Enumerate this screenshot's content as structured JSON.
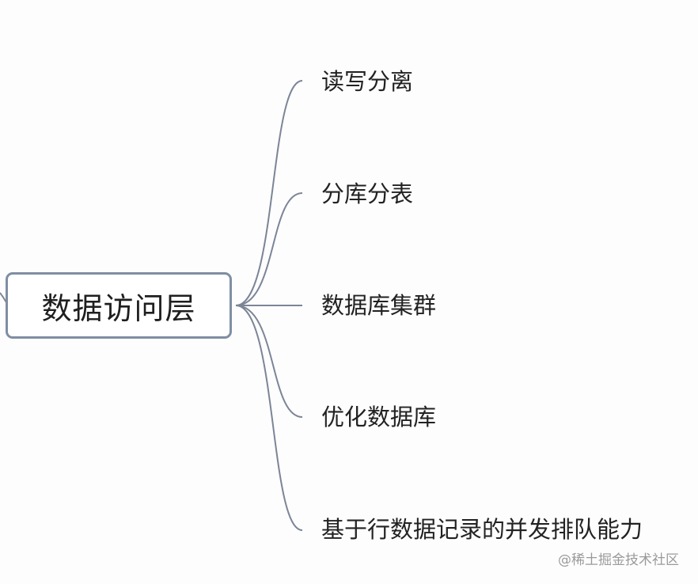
{
  "root": {
    "label": "数据访问层"
  },
  "branches": [
    {
      "label": "读写分离"
    },
    {
      "label": "分库分表"
    },
    {
      "label": "数据库集群"
    },
    {
      "label": "优化数据库"
    },
    {
      "label": "基于行数据记录的并发排队能力"
    }
  ],
  "watermark": "@稀土掘金技术社区",
  "colors": {
    "connector": "#7c8597",
    "root_border": "#7f8ea3",
    "background": "#fdfdfd"
  }
}
